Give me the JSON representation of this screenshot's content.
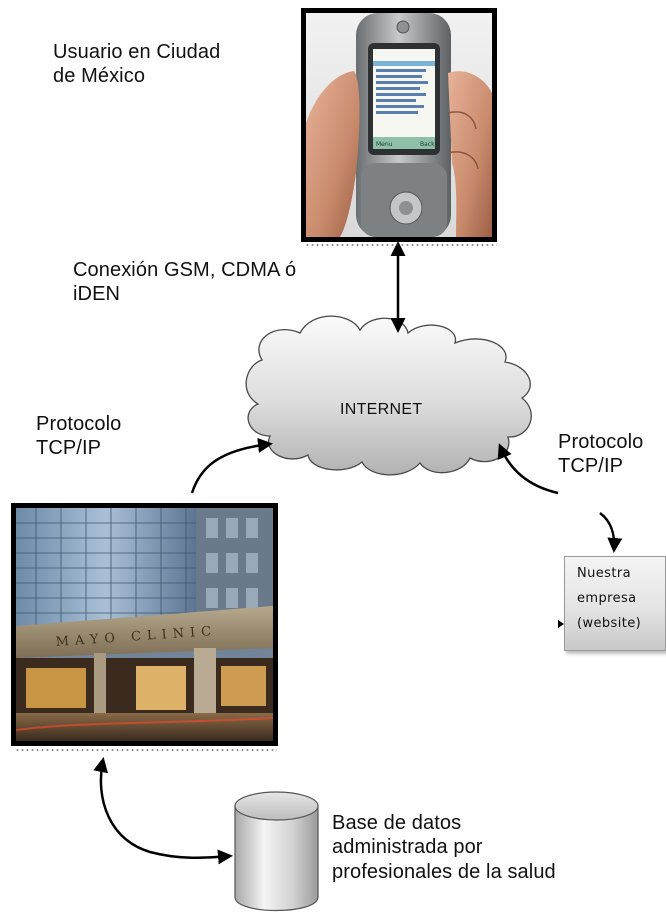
{
  "labels": {
    "user_location": [
      "Usuario en Ciudad",
      "de México"
    ],
    "connection_types": [
      "Conexión GSM, CDMA ó",
      "iDEN"
    ],
    "protocol_left": [
      "Protocolo",
      "TCP/IP"
    ],
    "protocol_right": [
      "Protocolo",
      "TCP/IP"
    ],
    "internet": "INTERNET",
    "database": [
      "Base de datos",
      "administrada por",
      "profesionales de la salud"
    ]
  },
  "website_box": {
    "lines": [
      "Nuestra",
      "empresa",
      "(website)"
    ]
  },
  "phone_screen": {
    "soft_keys": [
      "Menu",
      "Back"
    ]
  },
  "building_sign": "MAYO CLINIC"
}
